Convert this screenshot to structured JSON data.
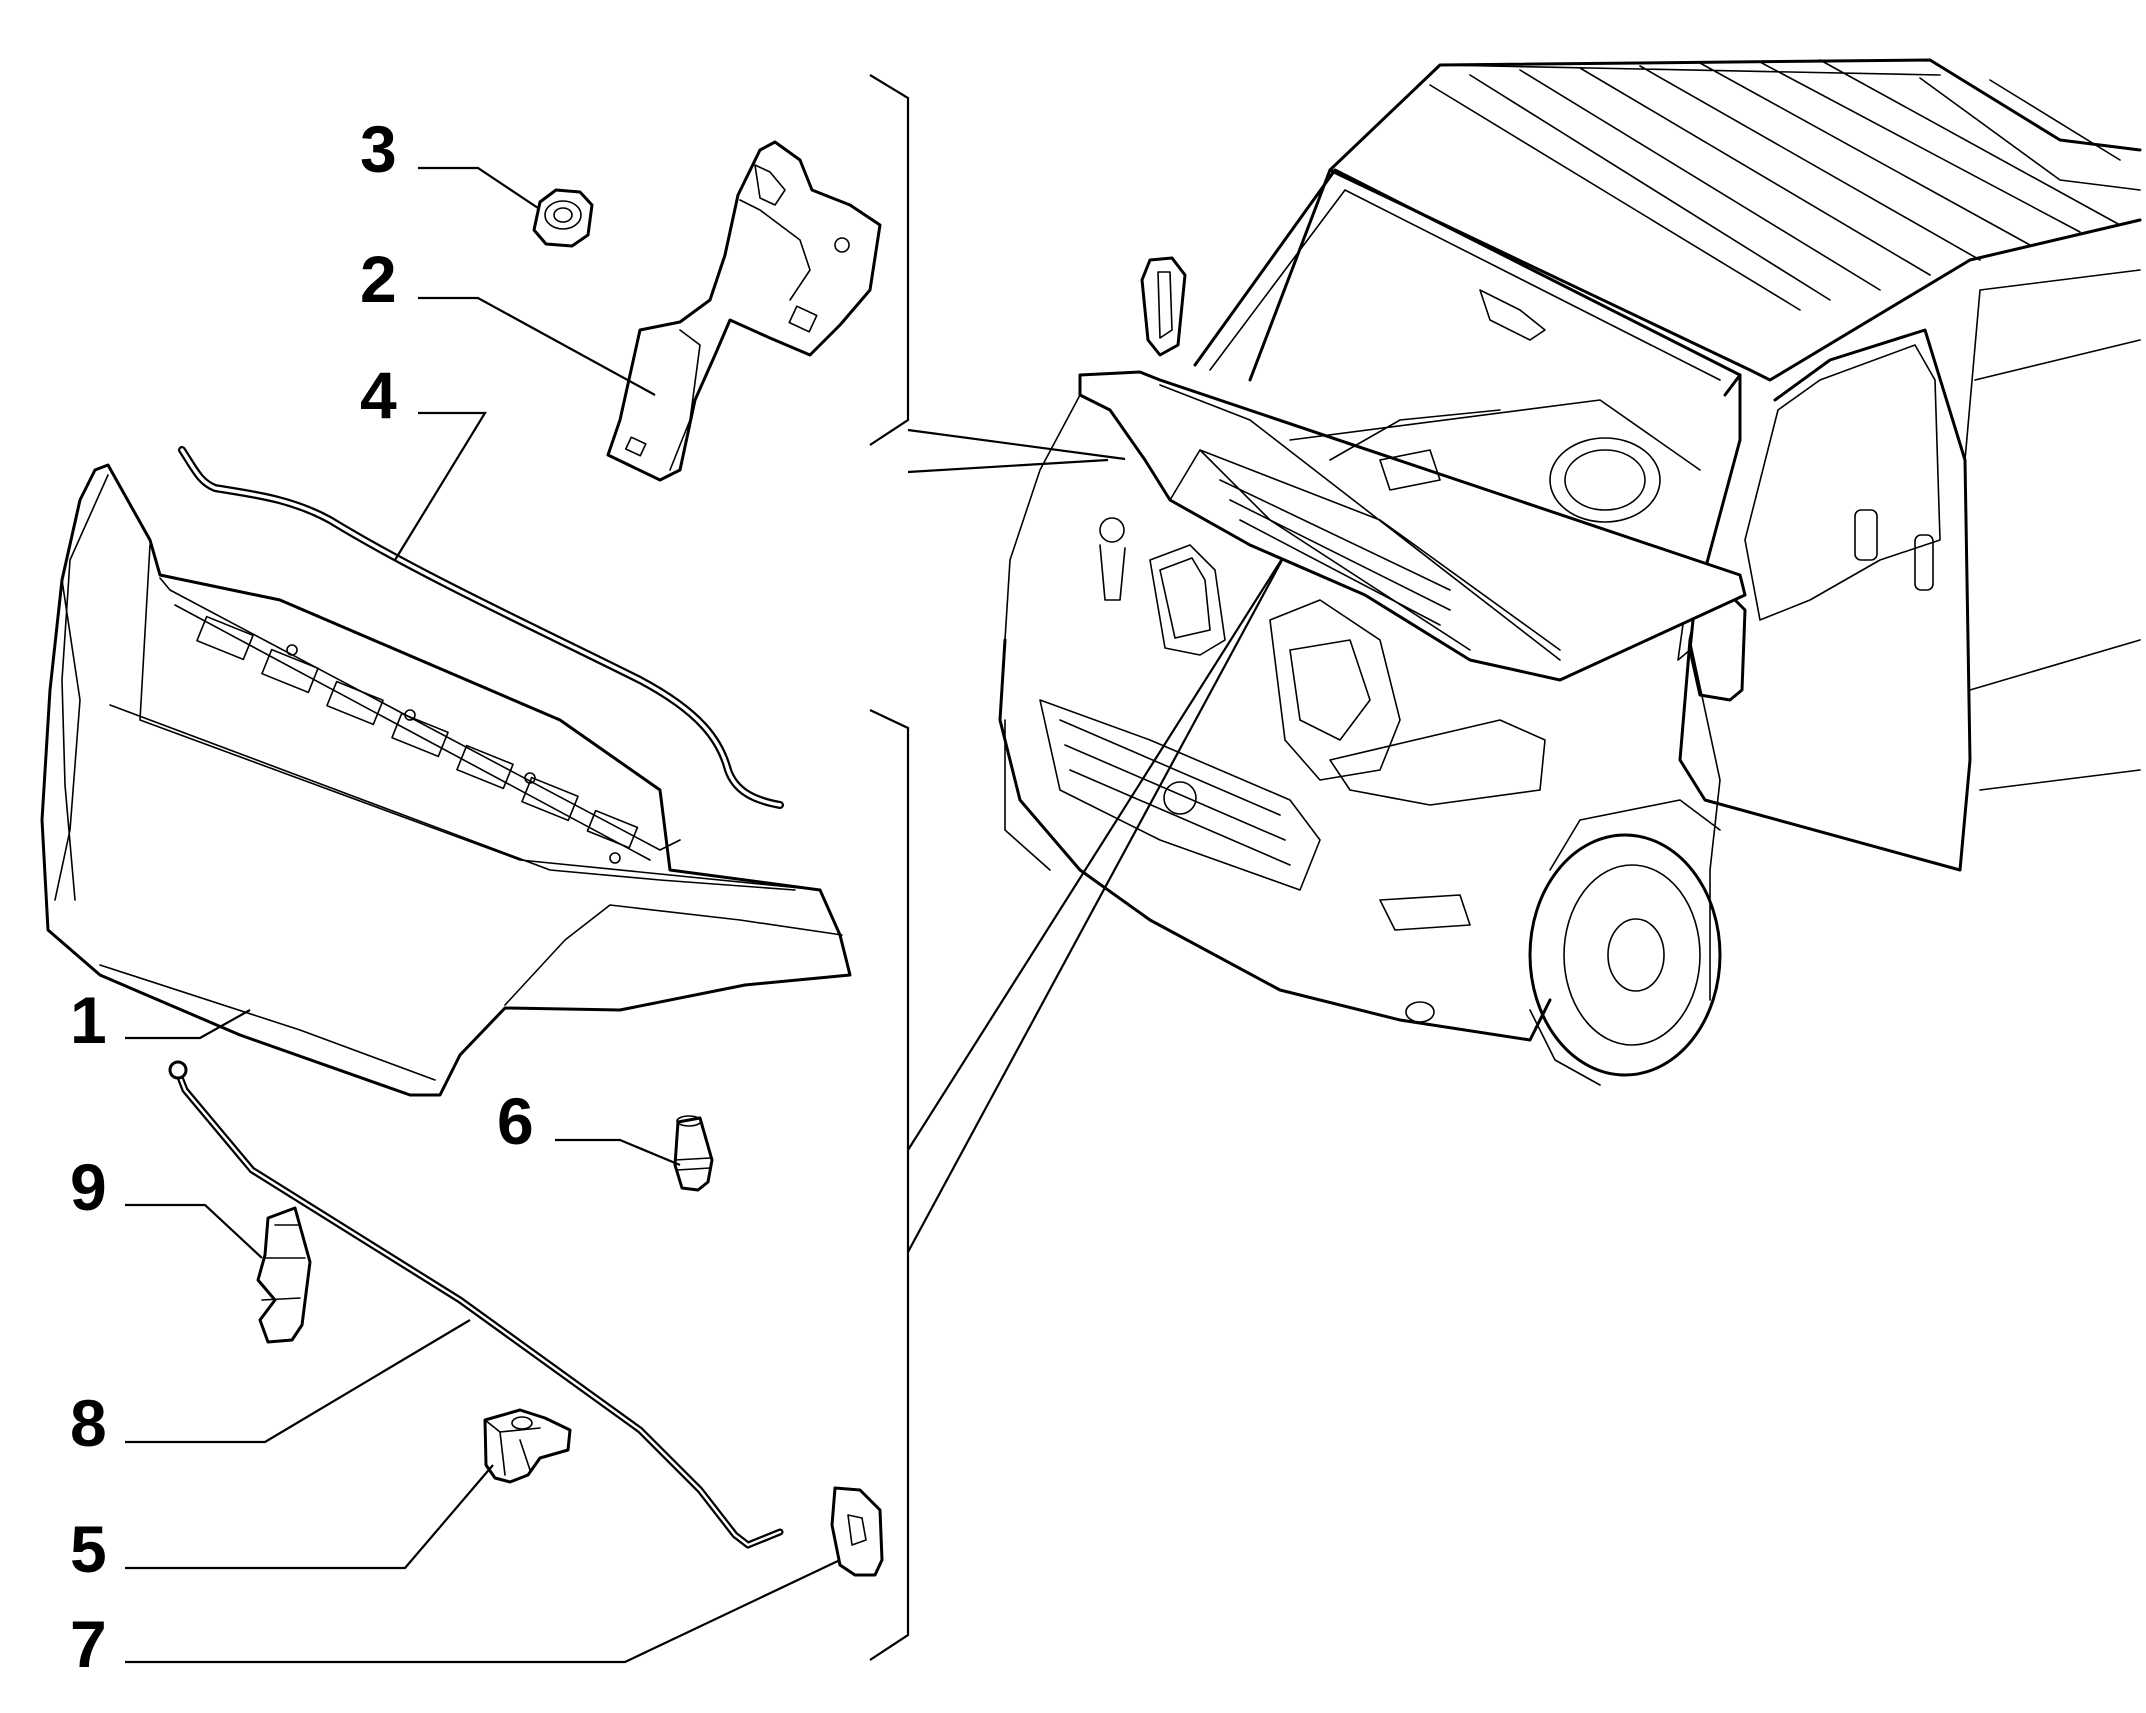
{
  "callouts": [
    {
      "id": "1",
      "label": "1"
    },
    {
      "id": "2",
      "label": "2"
    },
    {
      "id": "3",
      "label": "3"
    },
    {
      "id": "4",
      "label": "4"
    },
    {
      "id": "5",
      "label": "5"
    },
    {
      "id": "6",
      "label": "6"
    },
    {
      "id": "7",
      "label": "7"
    },
    {
      "id": "8",
      "label": "8"
    },
    {
      "id": "9",
      "label": "9"
    }
  ],
  "colors": {
    "line": "#000000",
    "background": "#ffffff"
  }
}
